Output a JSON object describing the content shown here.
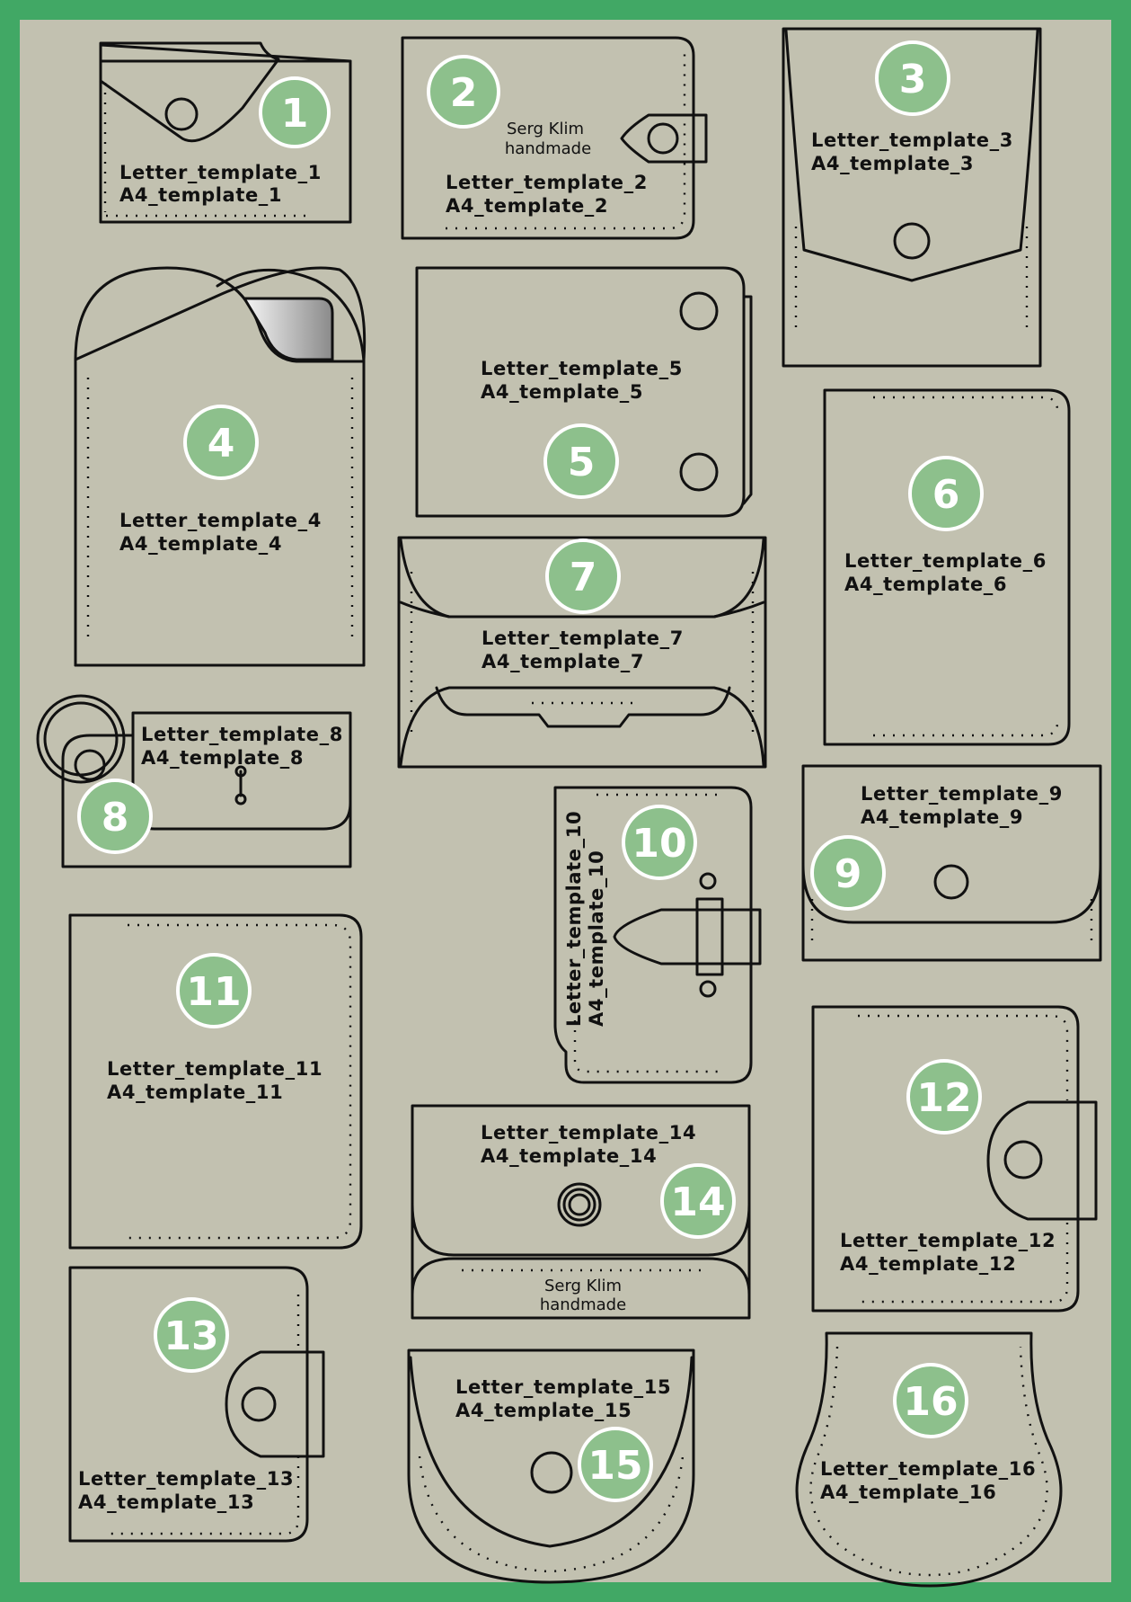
{
  "colors": {
    "border": "#41a865",
    "sheet": "#c2c1b0",
    "badge": "#8dc08c",
    "line": "#111111"
  },
  "brand": {
    "line1": "Serg Klim",
    "line2": "handmade"
  },
  "templates": [
    {
      "number": "1",
      "letter": "Letter_template_1",
      "a4": "A4_template_1"
    },
    {
      "number": "2",
      "letter": "Letter_template_2",
      "a4": "A4_template_2"
    },
    {
      "number": "3",
      "letter": "Letter_template_3",
      "a4": "A4_template_3"
    },
    {
      "number": "4",
      "letter": "Letter_template_4",
      "a4": "A4_template_4"
    },
    {
      "number": "5",
      "letter": "Letter_template_5",
      "a4": "A4_template_5"
    },
    {
      "number": "6",
      "letter": "Letter_template_6",
      "a4": "A4_template_6"
    },
    {
      "number": "7",
      "letter": "Letter_template_7",
      "a4": "A4_template_7"
    },
    {
      "number": "8",
      "letter": "Letter_template_8",
      "a4": "A4_template_8"
    },
    {
      "number": "9",
      "letter": "Letter_template_9",
      "a4": "A4_template_9"
    },
    {
      "number": "10",
      "letter": "Letter_template_10",
      "a4": "A4_template_10"
    },
    {
      "number": "11",
      "letter": "Letter_template_11",
      "a4": "A4_template_11"
    },
    {
      "number": "12",
      "letter": "Letter_template_12",
      "a4": "A4_template_12"
    },
    {
      "number": "13",
      "letter": "Letter_template_13",
      "a4": "A4_template_13"
    },
    {
      "number": "14",
      "letter": "Letter_template_14",
      "a4": "A4_template_14"
    },
    {
      "number": "15",
      "letter": "Letter_template_15",
      "a4": "A4_template_15"
    },
    {
      "number": "16",
      "letter": "Letter_template_16",
      "a4": "A4_template_16"
    }
  ]
}
